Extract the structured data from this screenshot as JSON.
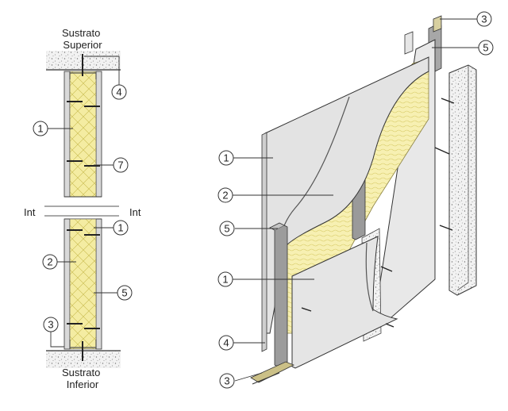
{
  "section": {
    "top_substrate": [
      "Sustrato",
      "Superior"
    ],
    "bottom_substrate": [
      "Sustrato",
      "Inferior"
    ],
    "int_left": "Int",
    "int_right": "Int",
    "callouts": [
      {
        "n": "4"
      },
      {
        "n": "1"
      },
      {
        "n": "7"
      },
      {
        "n": "1"
      },
      {
        "n": "2"
      },
      {
        "n": "5"
      },
      {
        "n": "3"
      }
    ]
  },
  "iso": {
    "callouts": [
      {
        "n": "3"
      },
      {
        "n": "5"
      },
      {
        "n": "1"
      },
      {
        "n": "2"
      },
      {
        "n": "5"
      },
      {
        "n": "1"
      },
      {
        "n": "4"
      },
      {
        "n": "3"
      }
    ]
  },
  "colors": {
    "insulation": "#f4eca2",
    "board": "#e3e3e3",
    "stud": "#9a9a9a",
    "line": "#333333"
  }
}
